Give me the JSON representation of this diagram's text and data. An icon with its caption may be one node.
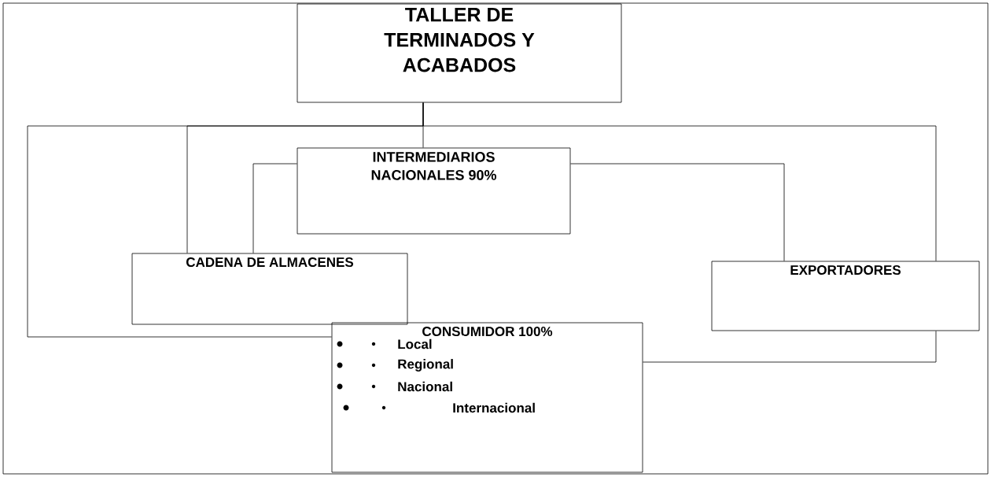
{
  "diagram": {
    "nodes": [
      {
        "text": [
          "TALLER DE TERMINADOS Y ACABADOS"
        ]
      },
      {
        "text": [
          "INTERMEDIARIOS NACIONALES 90%"
        ]
      },
      {
        "text": [
          "CADENA DE ALMACENES"
        ]
      },
      {
        "text": [
          "EXPORTADORES"
        ]
      },
      {
        "text": [
          "CONSUMIDOR 100%",
          "Local",
          "Regional",
          "Nacional",
          "Internacional"
        ]
      }
    ],
    "edges": [
      {
        "from": 0,
        "to": 2,
        "arrow": "none"
      },
      {
        "from": 0,
        "to": 1,
        "arrow": "none"
      },
      {
        "from": 0,
        "to": 3,
        "arrow": "none"
      },
      {
        "from": 0,
        "to": 4,
        "arrow": "none"
      },
      {
        "from": 1,
        "to": 2,
        "arrow": "none"
      },
      {
        "from": 1,
        "to": 3,
        "arrow": "none"
      },
      {
        "from": 3,
        "to": 4,
        "arrow": "none"
      }
    ]
  }
}
